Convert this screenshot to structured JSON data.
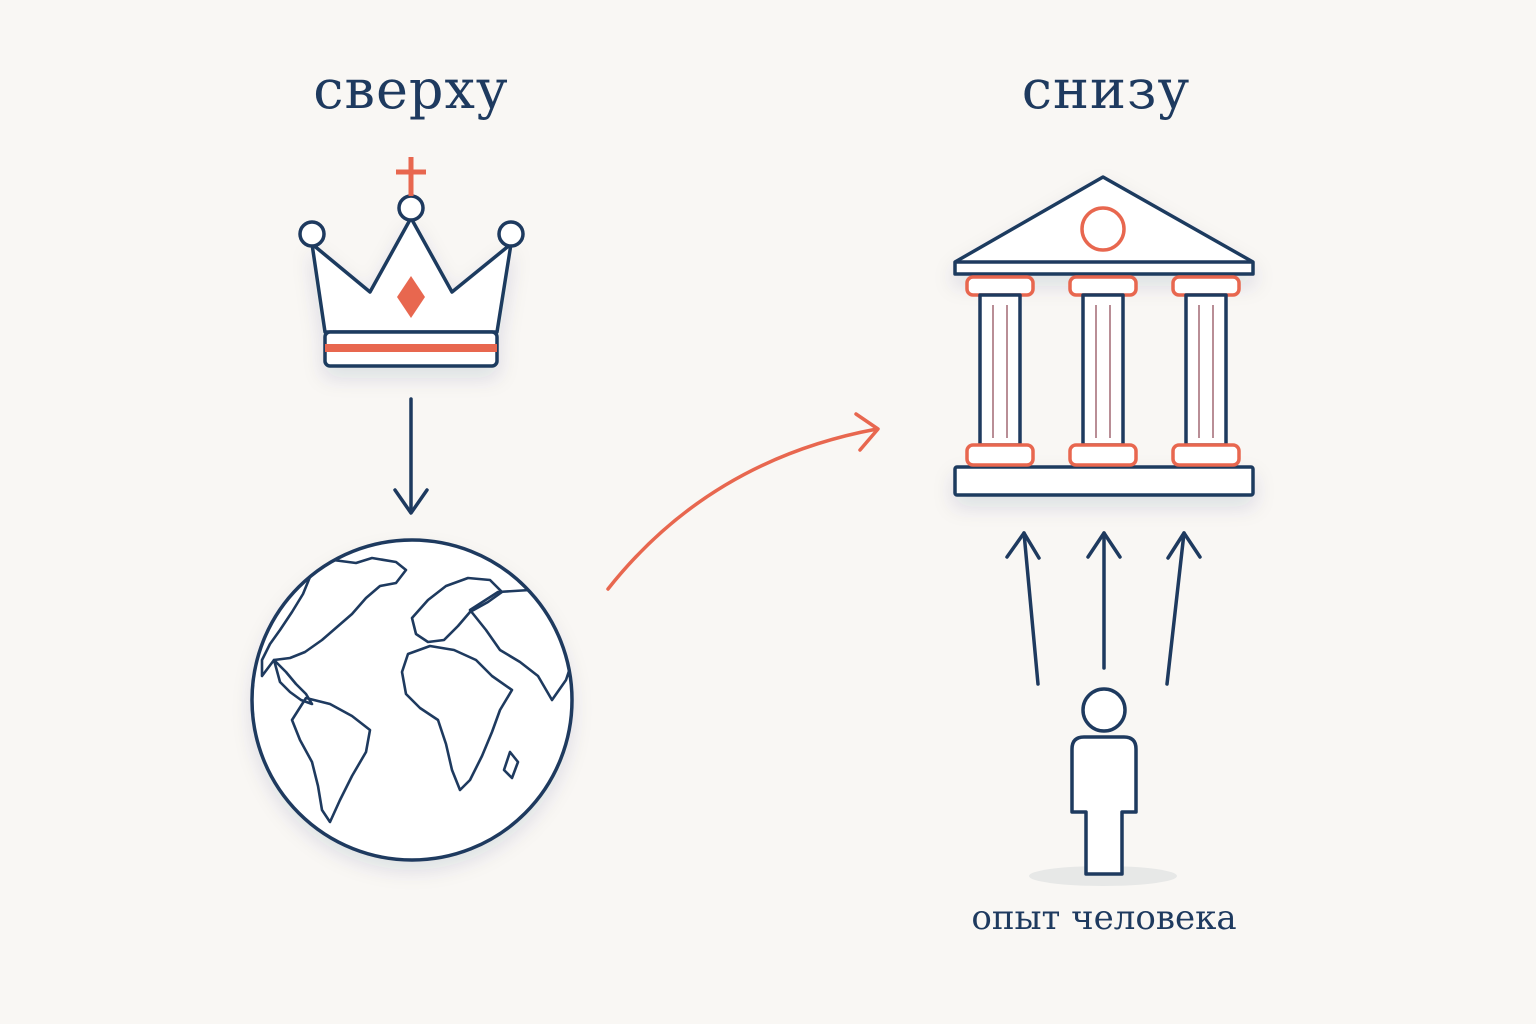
{
  "diagram": {
    "left_title": "сверху",
    "right_title": "снизу",
    "person_caption": "опыт человека"
  },
  "colors": {
    "navy": "#1e3a5f",
    "accent": "#e8674f",
    "background": "#f9f7f4"
  },
  "icons": [
    "crown-icon",
    "globe-icon",
    "temple-icon",
    "person-icon"
  ]
}
